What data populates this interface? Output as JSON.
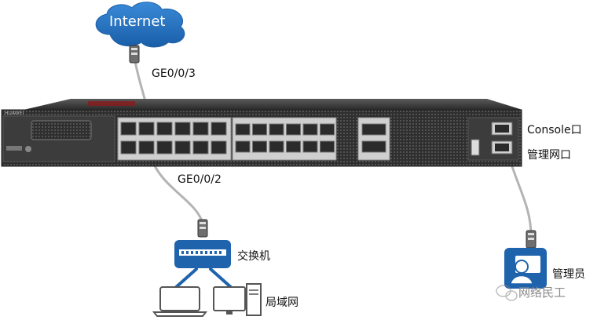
{
  "cloud": {
    "label": "Internet",
    "color": "#1f73c8"
  },
  "labels": {
    "uplink_port": "GE0/0/3",
    "downlink_port": "GE0/0/2",
    "console_port": "Console口",
    "mgmt_port": "管理网口",
    "switch": "交换机",
    "lan": "局域网",
    "admin": "管理员"
  },
  "device": {
    "brand": "HUAWEI",
    "body_color": "#3a3a3a",
    "panel_color": "#c8c8c8"
  },
  "watermark": "网络民工",
  "colors": {
    "cable": "#b0b0b0",
    "device_blue": "#1f63ad"
  }
}
